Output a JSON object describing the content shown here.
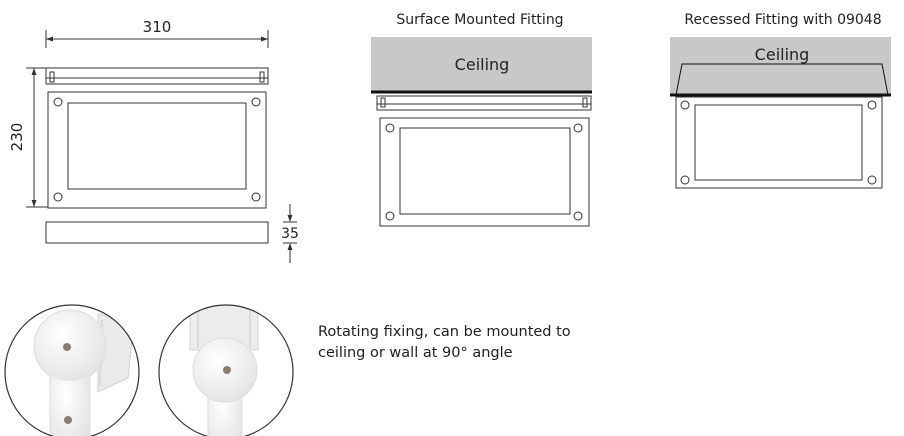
{
  "dimensions": {
    "width_label": "310",
    "height_label": "230",
    "depth_label": "35"
  },
  "surface_mounted": {
    "title": "Surface Mounted Fitting",
    "ceiling_label": "Ceiling"
  },
  "recessed": {
    "title": "Recessed Fitting with 09048",
    "ceiling_label": "Ceiling"
  },
  "rotating_fixing_note": "Rotating fixing, can be mounted to ceiling or wall at 90° angle",
  "colors": {
    "line": "#333333",
    "ceiling_fill": "#c8c8c8",
    "ceiling_edge": "#111111"
  }
}
